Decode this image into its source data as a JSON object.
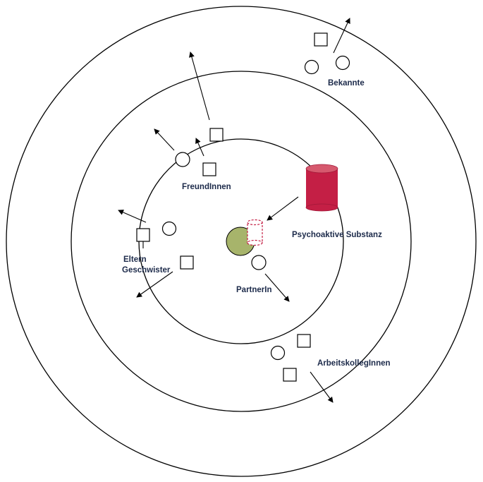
{
  "labels": {
    "bekannte": "Bekannte",
    "freundinnen": "FreundInnen",
    "eltern": "Eltern",
    "geschwister": "Geschwister",
    "partnerin": "PartnerIn",
    "substanz": "Psychoaktive Substanz",
    "arbeitskolleginnen": "ArbeitskollegInnen"
  },
  "colors": {
    "ego": "#a7b46b",
    "substance": "#c41f45",
    "substance_top": "#d6596e",
    "substance_dashed": "#c41f45",
    "label": "#1c2a4a"
  },
  "icons": {
    "male": "square",
    "female": "circle",
    "ego": "filled-circle",
    "substance": "cylinder"
  }
}
